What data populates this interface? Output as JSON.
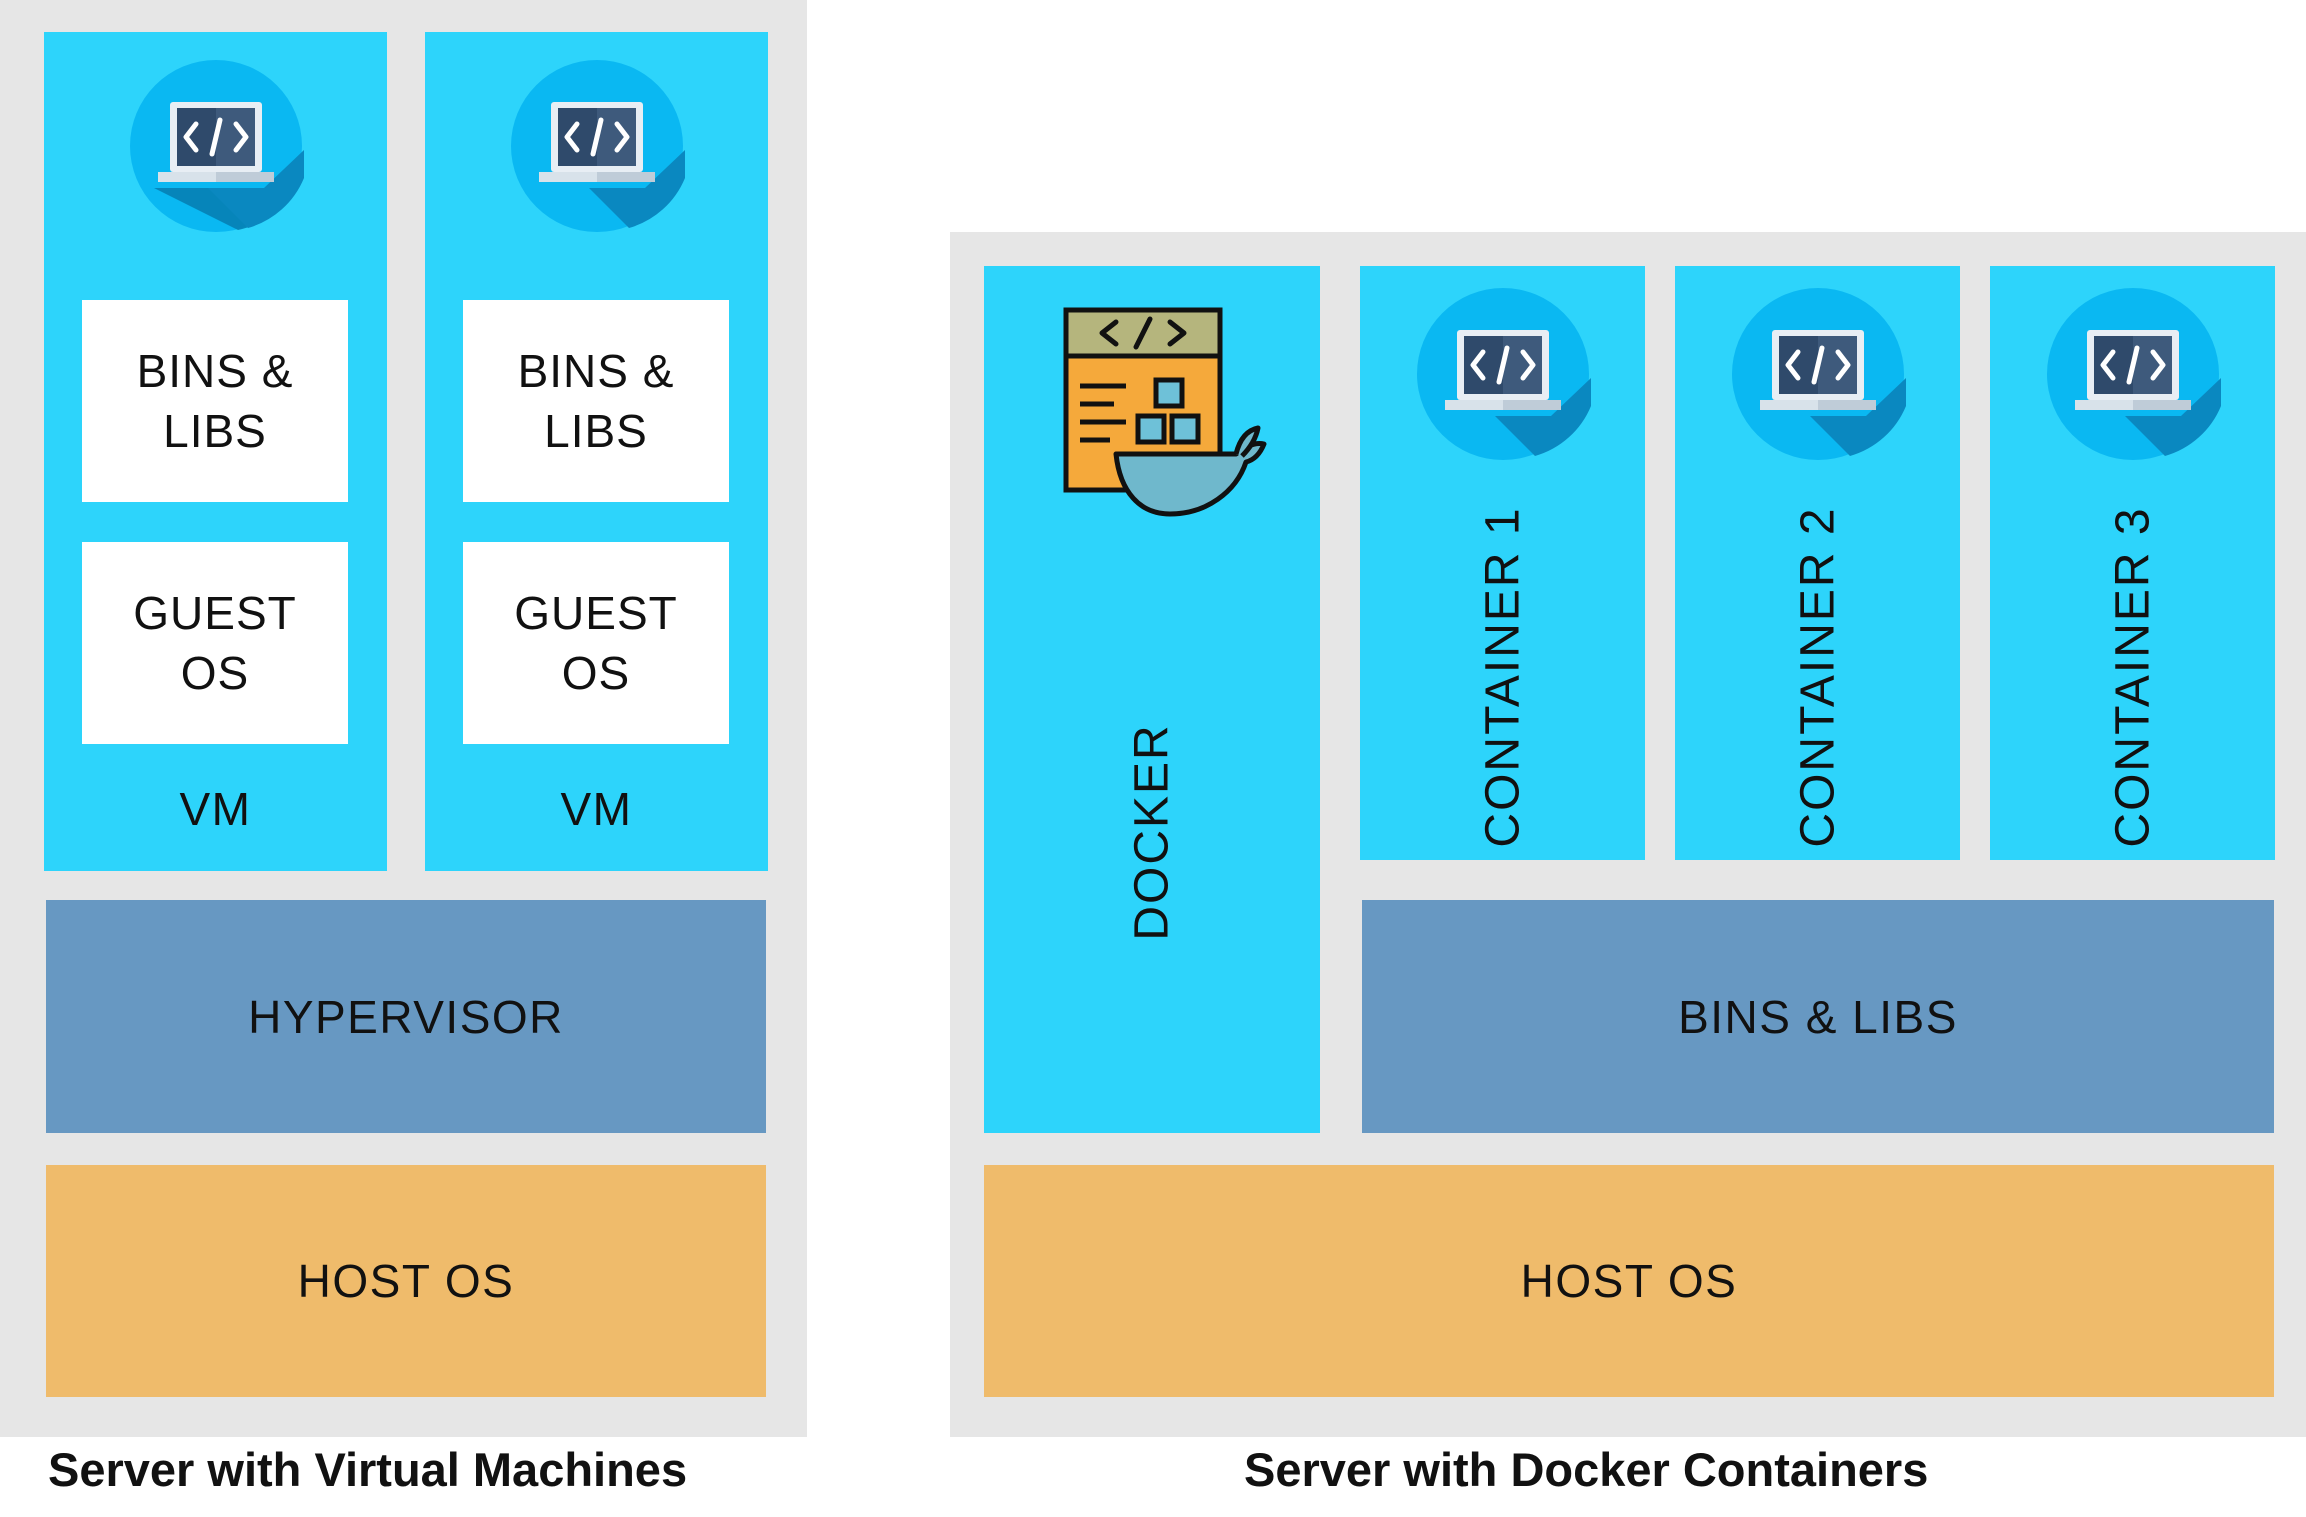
{
  "vm_server": {
    "caption": "Server with Virtual Machines",
    "vms": [
      {
        "bins_libs": "BINS &\nLIBS",
        "guest_os": "GUEST\nOS",
        "label": "VM"
      },
      {
        "bins_libs": "BINS &\nLIBS",
        "guest_os": "GUEST\nOS",
        "label": "VM"
      }
    ],
    "hypervisor": "HYPERVISOR",
    "host_os": "HOST OS"
  },
  "docker_server": {
    "caption": "Server with Docker Containers",
    "docker_label": "DOCKER",
    "containers": [
      "CONTAINER 1",
      "CONTAINER 2",
      "CONTAINER 3"
    ],
    "bins_libs": "BINS & LIBS",
    "host_os": "HOST OS"
  },
  "icons": {
    "app": "laptop-code-icon",
    "docker": "docker-whale-icon"
  },
  "colors": {
    "panel": "#e6e6e6",
    "cyan": "#2dd4fb",
    "hypervisor": "#6798c2",
    "host_os": "#efbb6b"
  }
}
